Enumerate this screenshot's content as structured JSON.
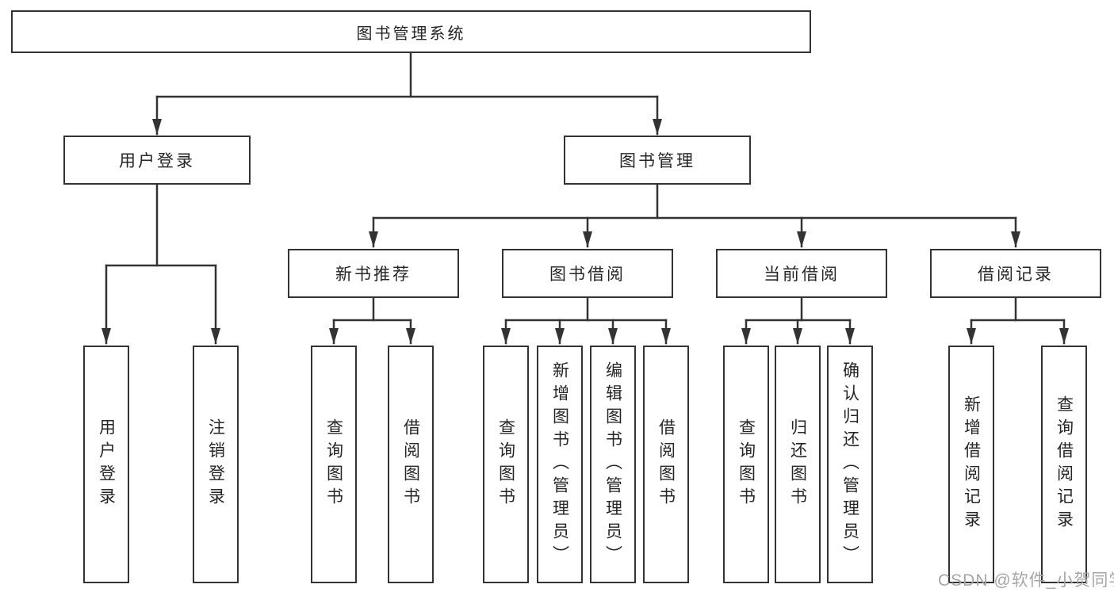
{
  "diagram_type": "hierarchy-tree",
  "colors": {
    "background": "#ffffff",
    "line": "#333333",
    "box_border": "#333333",
    "text": "#262626",
    "watermark": "#a6a6a6"
  },
  "tree": {
    "label": "图书管理系统",
    "children": [
      {
        "label": "用户登录",
        "children": [
          {
            "label": "用户登录"
          },
          {
            "label": "注销登录"
          }
        ]
      },
      {
        "label": "图书管理",
        "children": [
          {
            "label": "新书推荐",
            "children": [
              {
                "label": "查询图书"
              },
              {
                "label": "借阅图书"
              }
            ]
          },
          {
            "label": "图书借阅",
            "children": [
              {
                "label": "查询图书"
              },
              {
                "label": "新增图书（管理员）"
              },
              {
                "label": "编辑图书（管理员）"
              },
              {
                "label": "借阅图书"
              }
            ]
          },
          {
            "label": "当前借阅",
            "children": [
              {
                "label": "查询图书"
              },
              {
                "label": "归还图书"
              },
              {
                "label": "确认归还（管理员）"
              }
            ]
          },
          {
            "label": "借阅记录",
            "children": [
              {
                "label": "新增借阅记录"
              },
              {
                "label": "查询借阅记录"
              }
            ]
          }
        ]
      }
    ]
  },
  "watermark": {
    "text": "CSDN @软件_小贺同学"
  }
}
